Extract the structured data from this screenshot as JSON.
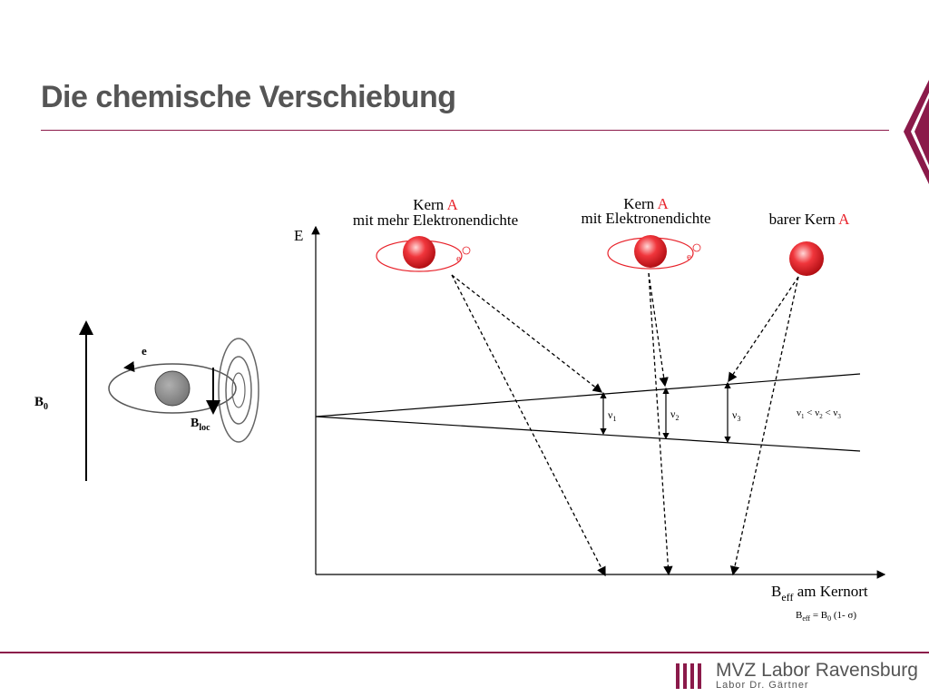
{
  "slide": {
    "title": "Die chemische Verschiebung"
  },
  "left_diagram": {
    "b0_label": "B",
    "b0_sub": "0",
    "electron_label": "e",
    "bloc_label": "B",
    "bloc_sub": "loc"
  },
  "energy_diagram": {
    "y_axis_label": "E",
    "x_axis_label_main": "B",
    "x_axis_label_sub": "eff",
    "x_axis_label_rest": " am Kernort",
    "formula_b": "B",
    "formula_sub": "eff",
    "formula_rest": " = B",
    "formula_sub2": "0",
    "formula_tail": " (1- σ)",
    "nuclei": [
      {
        "line1_prefix": "Kern ",
        "line1_accent": "A",
        "line2": "mit mehr Elektronendichte"
      },
      {
        "line1_prefix": "Kern ",
        "line1_accent": "A",
        "line2": "mit Elektronendichte"
      },
      {
        "line1_prefix": "barer Kern ",
        "line1_accent": "A",
        "line2": ""
      }
    ],
    "electron_symbol": "e",
    "frequencies": [
      "ν1",
      "ν2",
      "ν3"
    ],
    "freq_base": "ν",
    "freq_subs": [
      "1",
      "2",
      "3"
    ],
    "relation": {
      "v": "ν",
      "s1": "1",
      "lt": " < ",
      "s2": "2",
      "s3": "3"
    },
    "accent_color": "#e8232b"
  },
  "footer": {
    "company": "MVZ Labor Ravensburg",
    "subtitle": "Labor Dr. Gärtner",
    "brand_color": "#8b1a4a"
  }
}
